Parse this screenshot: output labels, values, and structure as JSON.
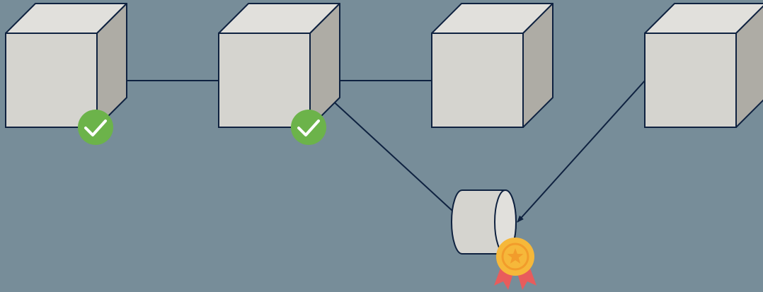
{
  "diagram": {
    "background_color": "#778d99",
    "stroke_color": "#0f2240",
    "cube_colors": {
      "front": "#d5d4cf",
      "top": "#e1e0dc",
      "side": "#aeaca5"
    },
    "check_badge_color": "#6cb34a",
    "medal_colors": {
      "ribbon": "#e85c5c",
      "outer": "#f6b83a",
      "inner": "#f29c2b"
    },
    "blocks": [
      {
        "id": "block-1",
        "status": "confirmed",
        "badge_icon": "check-icon"
      },
      {
        "id": "block-2",
        "status": "confirmed",
        "badge_icon": "check-icon"
      },
      {
        "id": "block-3",
        "status": "unconfirmed",
        "badge_icon": null
      },
      {
        "id": "block-4",
        "status": "unconfirmed",
        "badge_icon": null
      }
    ],
    "special_node": {
      "id": "cylinder-node",
      "shape": "cylinder",
      "badge_icon": "medal-icon"
    },
    "edges": [
      {
        "from": "block-2",
        "to": "block-1"
      },
      {
        "from": "block-3",
        "to": "block-2"
      },
      {
        "from": "cylinder-node",
        "to": "block-2"
      },
      {
        "from": "block-4",
        "to": "cylinder-node"
      }
    ]
  }
}
